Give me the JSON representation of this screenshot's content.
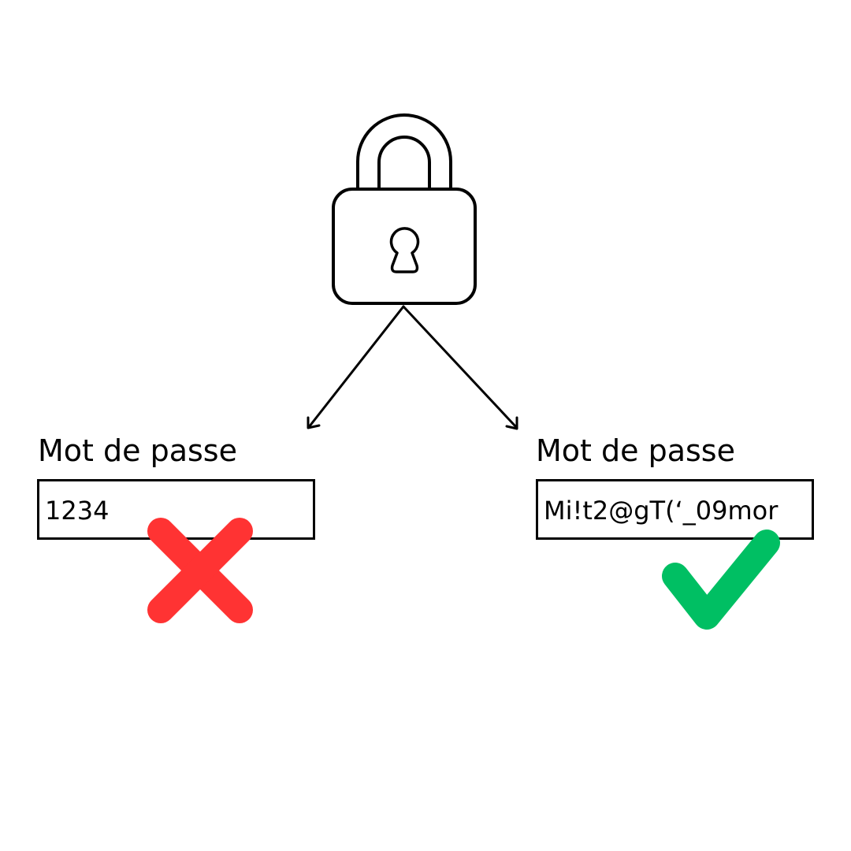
{
  "lock": {
    "icon": "padlock-icon"
  },
  "weak": {
    "label": "Mot de passe",
    "value": "1234",
    "status_icon": "cross-icon",
    "status_color": "#ff3333"
  },
  "strong": {
    "label": "Mot de passe",
    "value": "Mi!t2@gT(‘_09mor",
    "status_icon": "check-icon",
    "status_color": "#00bf63"
  }
}
